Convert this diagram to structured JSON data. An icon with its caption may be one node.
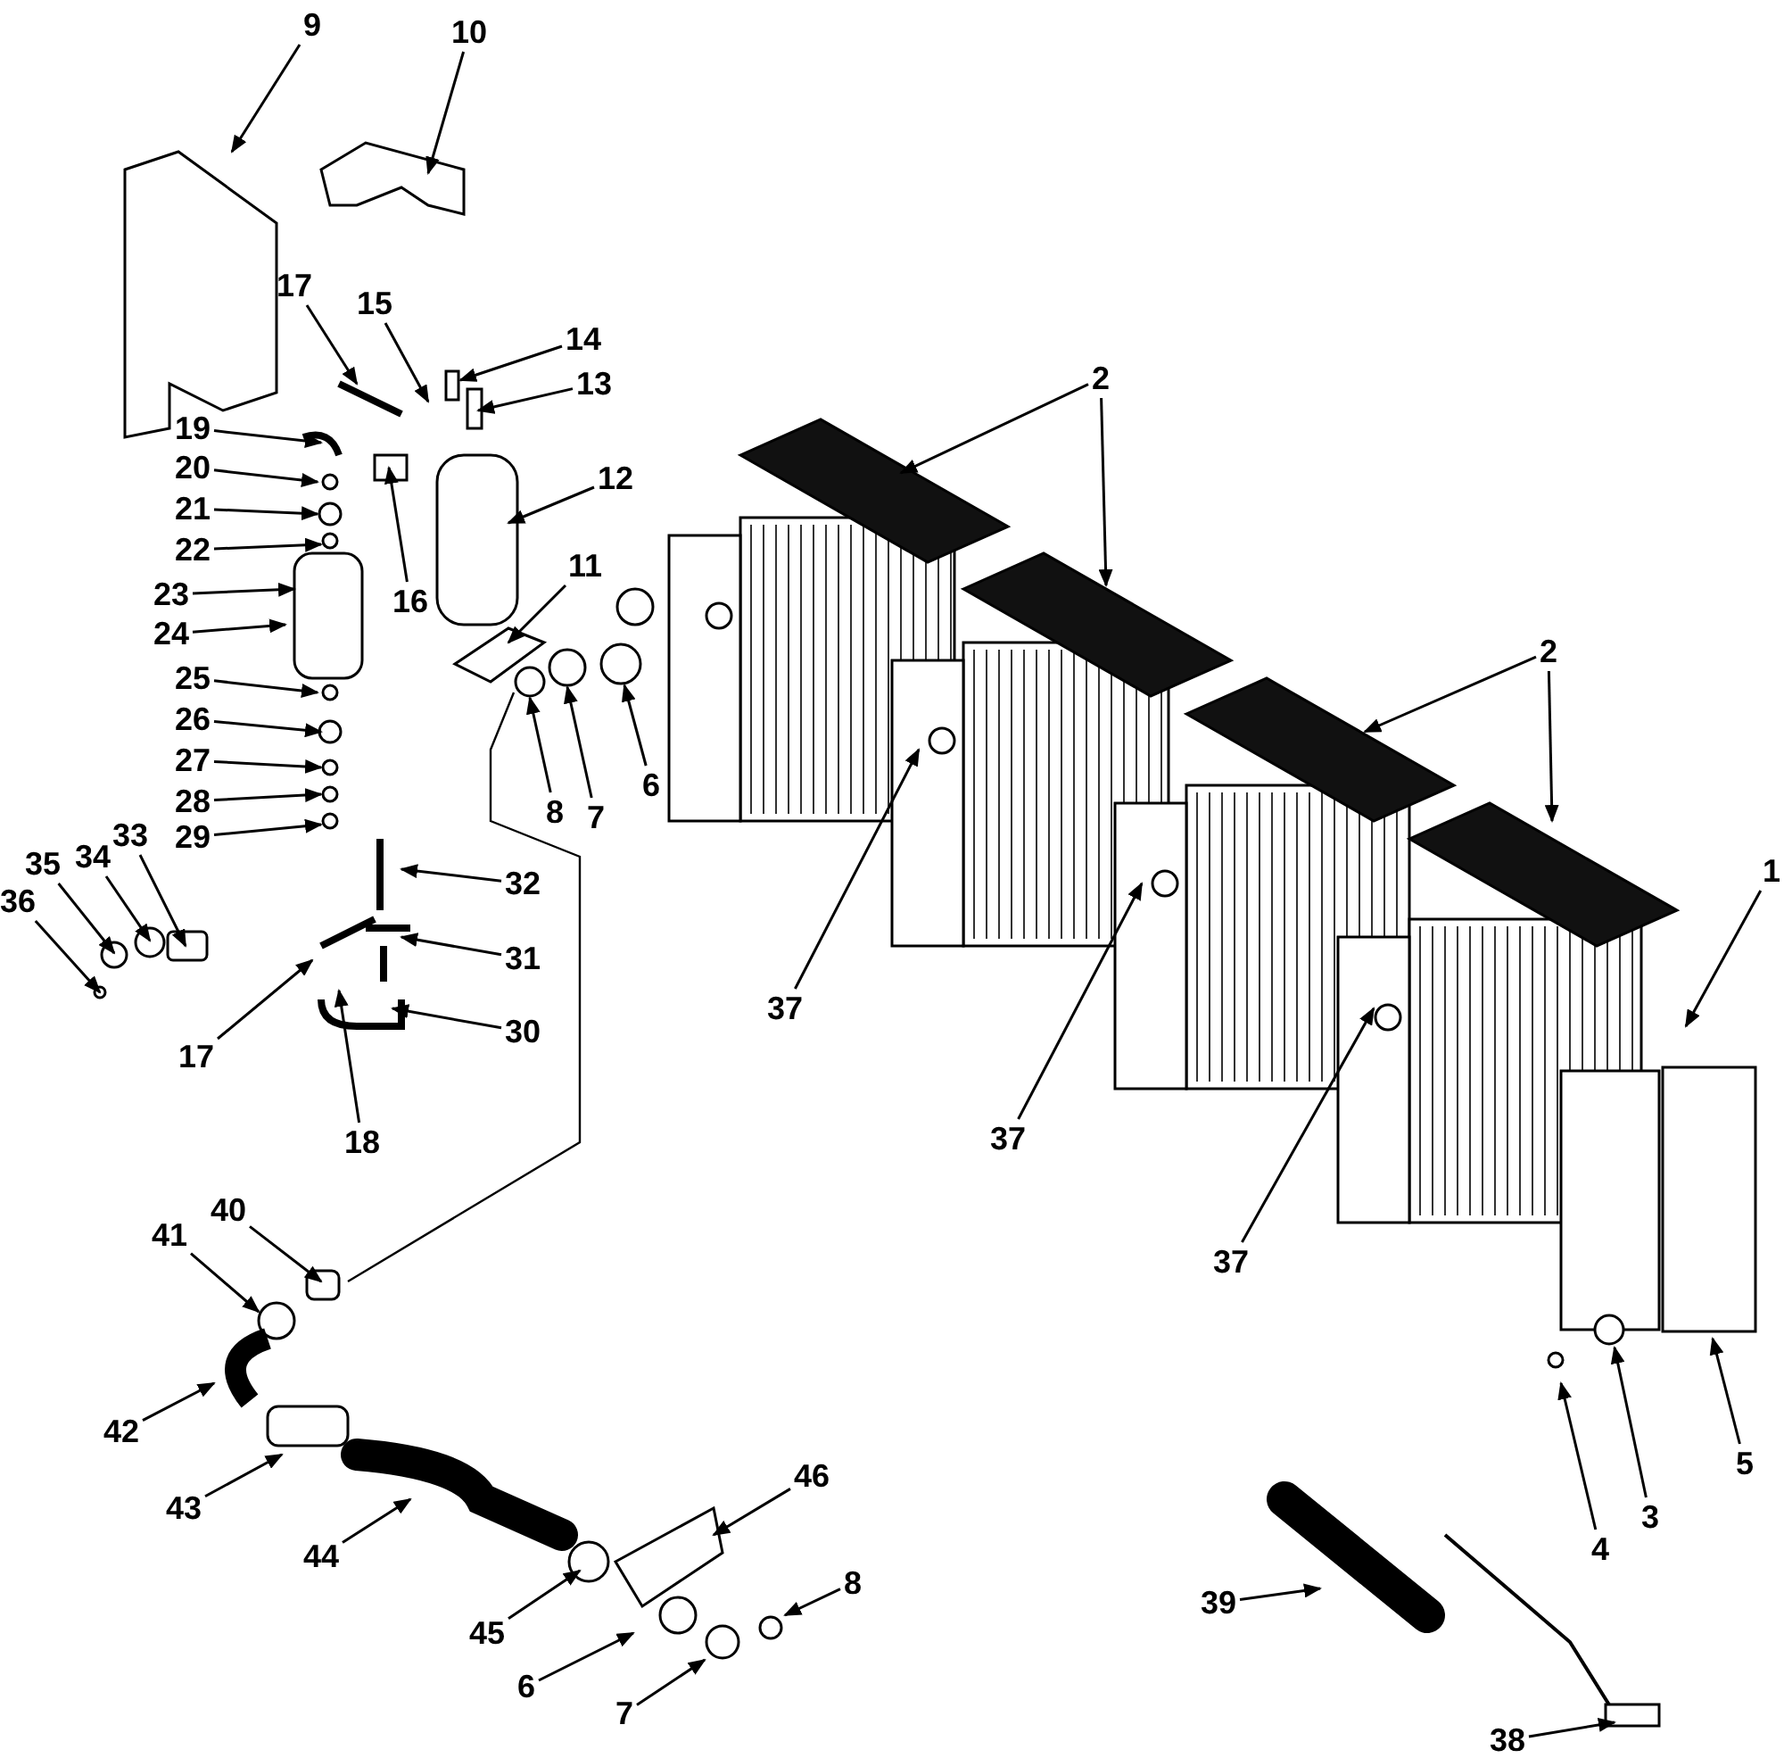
{
  "diagram": {
    "nodes": [
      {
        "text": [
          "9"
        ]
      },
      {
        "text": [
          "10"
        ]
      },
      {
        "text": [
          "17"
        ]
      },
      {
        "text": [
          "15"
        ]
      },
      {
        "text": [
          "14"
        ]
      },
      {
        "text": [
          "2"
        ]
      },
      {
        "text": [
          "13"
        ]
      },
      {
        "text": [
          "19"
        ]
      },
      {
        "text": [
          "20"
        ]
      },
      {
        "text": [
          "12"
        ]
      },
      {
        "text": [
          "21"
        ]
      },
      {
        "text": [
          "22"
        ]
      },
      {
        "text": [
          "11"
        ]
      },
      {
        "text": [
          "23"
        ]
      },
      {
        "text": [
          "16"
        ]
      },
      {
        "text": [
          "24"
        ]
      },
      {
        "text": [
          "2"
        ]
      },
      {
        "text": [
          "25"
        ]
      },
      {
        "text": [
          "26"
        ]
      },
      {
        "text": [
          "6"
        ]
      },
      {
        "text": [
          "27"
        ]
      },
      {
        "text": [
          "7"
        ]
      },
      {
        "text": [
          "8"
        ]
      },
      {
        "text": [
          "28"
        ]
      },
      {
        "text": [
          "33"
        ]
      },
      {
        "text": [
          "29"
        ]
      },
      {
        "text": [
          "34"
        ]
      },
      {
        "text": [
          "1"
        ]
      },
      {
        "text": [
          "32"
        ]
      },
      {
        "text": [
          "35"
        ]
      },
      {
        "text": [
          "36"
        ]
      },
      {
        "text": [
          "31"
        ]
      },
      {
        "text": [
          "37"
        ]
      },
      {
        "text": [
          "17"
        ]
      },
      {
        "text": [
          "30"
        ]
      },
      {
        "text": [
          "37"
        ]
      },
      {
        "text": [
          "18"
        ]
      },
      {
        "text": [
          "40"
        ]
      },
      {
        "text": [
          "41"
        ]
      },
      {
        "text": [
          "37"
        ]
      },
      {
        "text": [
          "42"
        ]
      },
      {
        "text": [
          "5"
        ]
      },
      {
        "text": [
          "46"
        ]
      },
      {
        "text": [
          "43"
        ]
      },
      {
        "text": [
          "3"
        ]
      },
      {
        "text": [
          "4"
        ]
      },
      {
        "text": [
          "44"
        ]
      },
      {
        "text": [
          "8"
        ]
      },
      {
        "text": [
          "39"
        ]
      },
      {
        "text": [
          "45"
        ]
      },
      {
        "text": [
          "6"
        ]
      },
      {
        "text": [
          "7"
        ]
      },
      {
        "text": [
          "38"
        ]
      }
    ],
    "edges": [
      {
        "from": 0,
        "to": null,
        "arrow": "to"
      },
      {
        "from": 1,
        "to": null,
        "arrow": "to"
      },
      {
        "from": 2,
        "to": null,
        "arrow": "to"
      },
      {
        "from": 3,
        "to": null,
        "arrow": "to"
      },
      {
        "from": 4,
        "to": null,
        "arrow": "to"
      },
      {
        "from": 5,
        "to": null,
        "arrow": "to"
      },
      {
        "from": 5,
        "to": null,
        "arrow": "to"
      },
      {
        "from": 6,
        "to": null,
        "arrow": "to"
      },
      {
        "from": 7,
        "to": null,
        "arrow": "to"
      },
      {
        "from": 8,
        "to": null,
        "arrow": "to"
      },
      {
        "from": 9,
        "to": null,
        "arrow": "to"
      },
      {
        "from": 10,
        "to": null,
        "arrow": "to"
      },
      {
        "from": 11,
        "to": null,
        "arrow": "to"
      },
      {
        "from": 12,
        "to": null,
        "arrow": "to"
      },
      {
        "from": 13,
        "to": null,
        "arrow": "to"
      },
      {
        "from": 14,
        "to": null,
        "arrow": "to"
      },
      {
        "from": 15,
        "to": null,
        "arrow": "to"
      },
      {
        "from": 16,
        "to": null,
        "arrow": "to"
      },
      {
        "from": 16,
        "to": null,
        "arrow": "to"
      },
      {
        "from": 17,
        "to": null,
        "arrow": "to"
      },
      {
        "from": 18,
        "to": null,
        "arrow": "to"
      },
      {
        "from": 19,
        "to": null,
        "arrow": "to"
      },
      {
        "from": 20,
        "to": null,
        "arrow": "to"
      },
      {
        "from": 21,
        "to": null,
        "arrow": "to"
      },
      {
        "from": 22,
        "to": null,
        "arrow": "to"
      },
      {
        "from": 23,
        "to": null,
        "arrow": "to"
      },
      {
        "from": 24,
        "to": null,
        "arrow": "to"
      },
      {
        "from": 25,
        "to": null,
        "arrow": "to"
      },
      {
        "from": 26,
        "to": null,
        "arrow": "to"
      },
      {
        "from": 27,
        "to": null,
        "arrow": "to"
      },
      {
        "from": 28,
        "to": null,
        "arrow": "to"
      },
      {
        "from": 29,
        "to": null,
        "arrow": "to"
      },
      {
        "from": 30,
        "to": null,
        "arrow": "to"
      },
      {
        "from": 31,
        "to": null,
        "arrow": "to"
      },
      {
        "from": 32,
        "to": null,
        "arrow": "to"
      },
      {
        "from": 33,
        "to": null,
        "arrow": "to"
      },
      {
        "from": 34,
        "to": null,
        "arrow": "to"
      },
      {
        "from": 35,
        "to": null,
        "arrow": "to"
      },
      {
        "from": 36,
        "to": null,
        "arrow": "to"
      },
      {
        "from": 37,
        "to": null,
        "arrow": "to"
      },
      {
        "from": 38,
        "to": null,
        "arrow": "to"
      },
      {
        "from": 39,
        "to": null,
        "arrow": "to"
      },
      {
        "from": 40,
        "to": null,
        "arrow": "to"
      },
      {
        "from": 41,
        "to": null,
        "arrow": "to"
      },
      {
        "from": 42,
        "to": null,
        "arrow": "to"
      },
      {
        "from": 43,
        "to": null,
        "arrow": "to"
      },
      {
        "from": 44,
        "to": null,
        "arrow": "to"
      },
      {
        "from": 45,
        "to": null,
        "arrow": "to"
      },
      {
        "from": 46,
        "to": null,
        "arrow": "to"
      },
      {
        "from": 47,
        "to": null,
        "arrow": "to"
      },
      {
        "from": 48,
        "to": null,
        "arrow": "to"
      },
      {
        "from": 49,
        "to": null,
        "arrow": "to"
      },
      {
        "from": 50,
        "to": null,
        "arrow": "to"
      },
      {
        "from": 51,
        "to": null,
        "arrow": "to"
      },
      {
        "from": 52,
        "to": null,
        "arrow": "to"
      }
    ]
  }
}
